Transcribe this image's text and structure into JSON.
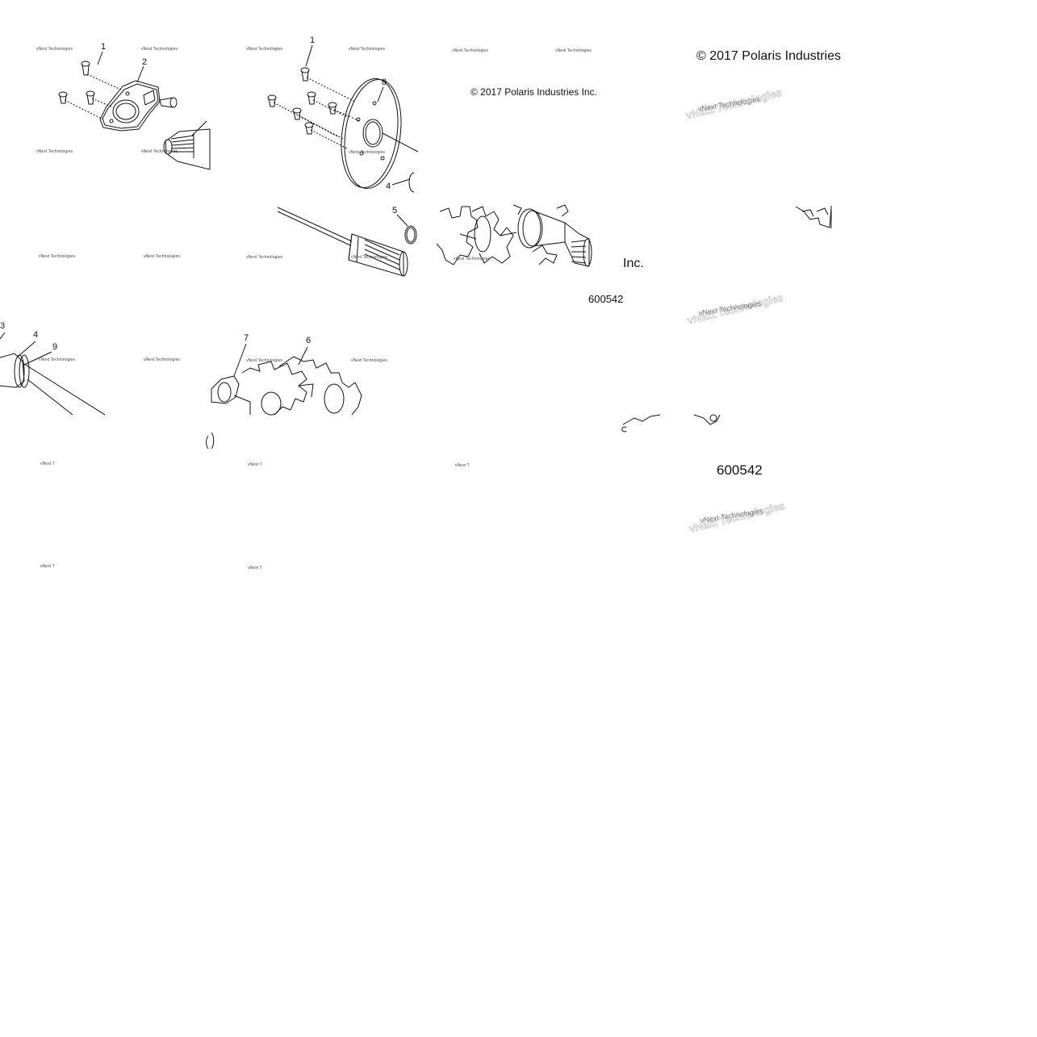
{
  "diagram": {
    "copyright_large": "© 2017 Polaris Industries",
    "copyright_small": "© 2017 Polaris Industries Inc.",
    "copyright_tail": "Inc.",
    "part_number_small": "600542",
    "part_number_large": "600542",
    "watermark_small": "vNext Technologies",
    "watermark_cut": "vNext T",
    "watermark_large": "vNext Technologies",
    "callouts": {
      "c1a": "1",
      "c2": "2",
      "c1b": "1",
      "c8": "8",
      "c4a": "4",
      "c5": "5",
      "c3": "3",
      "c4b": "4",
      "c9": "9",
      "c7": "7",
      "c6": "6"
    }
  }
}
